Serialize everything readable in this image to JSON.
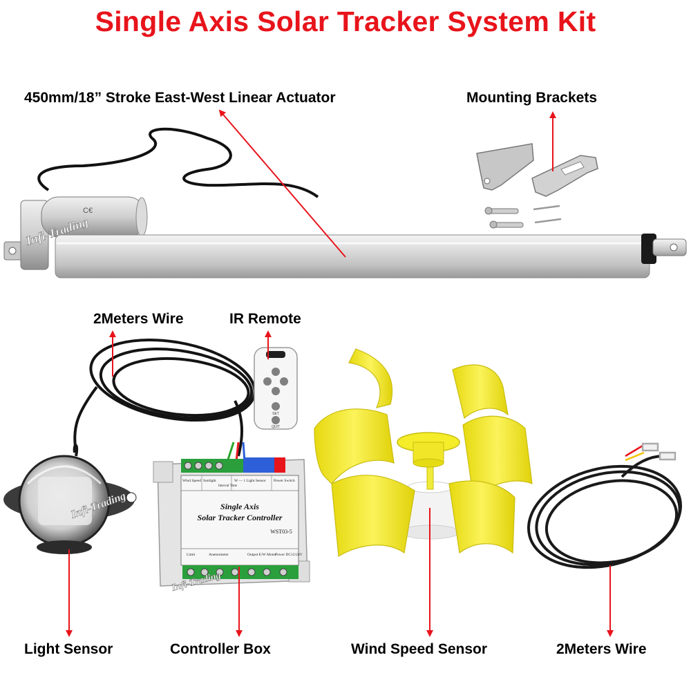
{
  "title": "Single Axis Solar Tracker System Kit",
  "labels": {
    "actuator": "450mm/18”  Stroke East-West Linear Actuator",
    "brackets": "Mounting Brackets",
    "wire_left": "2Meters Wire",
    "ir_remote": "IR Remote",
    "light_sensor": "Light Sensor",
    "controller_box": "Controller Box",
    "wind_speed_sensor": "Wind Speed Sensor",
    "wire_right": "2Meters Wire"
  },
  "controller": {
    "terminal_wind": "Wind Speed",
    "terminal_sunlight": "Sunlight",
    "terminal_interval": "Interval Time",
    "terminal_light": "W  —  1 Light  Sensor",
    "terminal_power_switch": "Power Switch",
    "heading_1": "Single Axis",
    "heading_2": "Solar Tracker Controller",
    "model": "WST03-5",
    "bottom_limit": "Limit",
    "bottom_anemometer": "Anemometer",
    "bottom_output": "Output E/W Motor",
    "bottom_power": "Power DC12/24V"
  },
  "remote": {
    "set_label": "SET",
    "quit_label": "QUIT"
  },
  "watermark": "Infi-Trading",
  "colors": {
    "title": "#e8141b",
    "arrow": "#e8141b",
    "vane_yellow": "#f5ec2a"
  }
}
